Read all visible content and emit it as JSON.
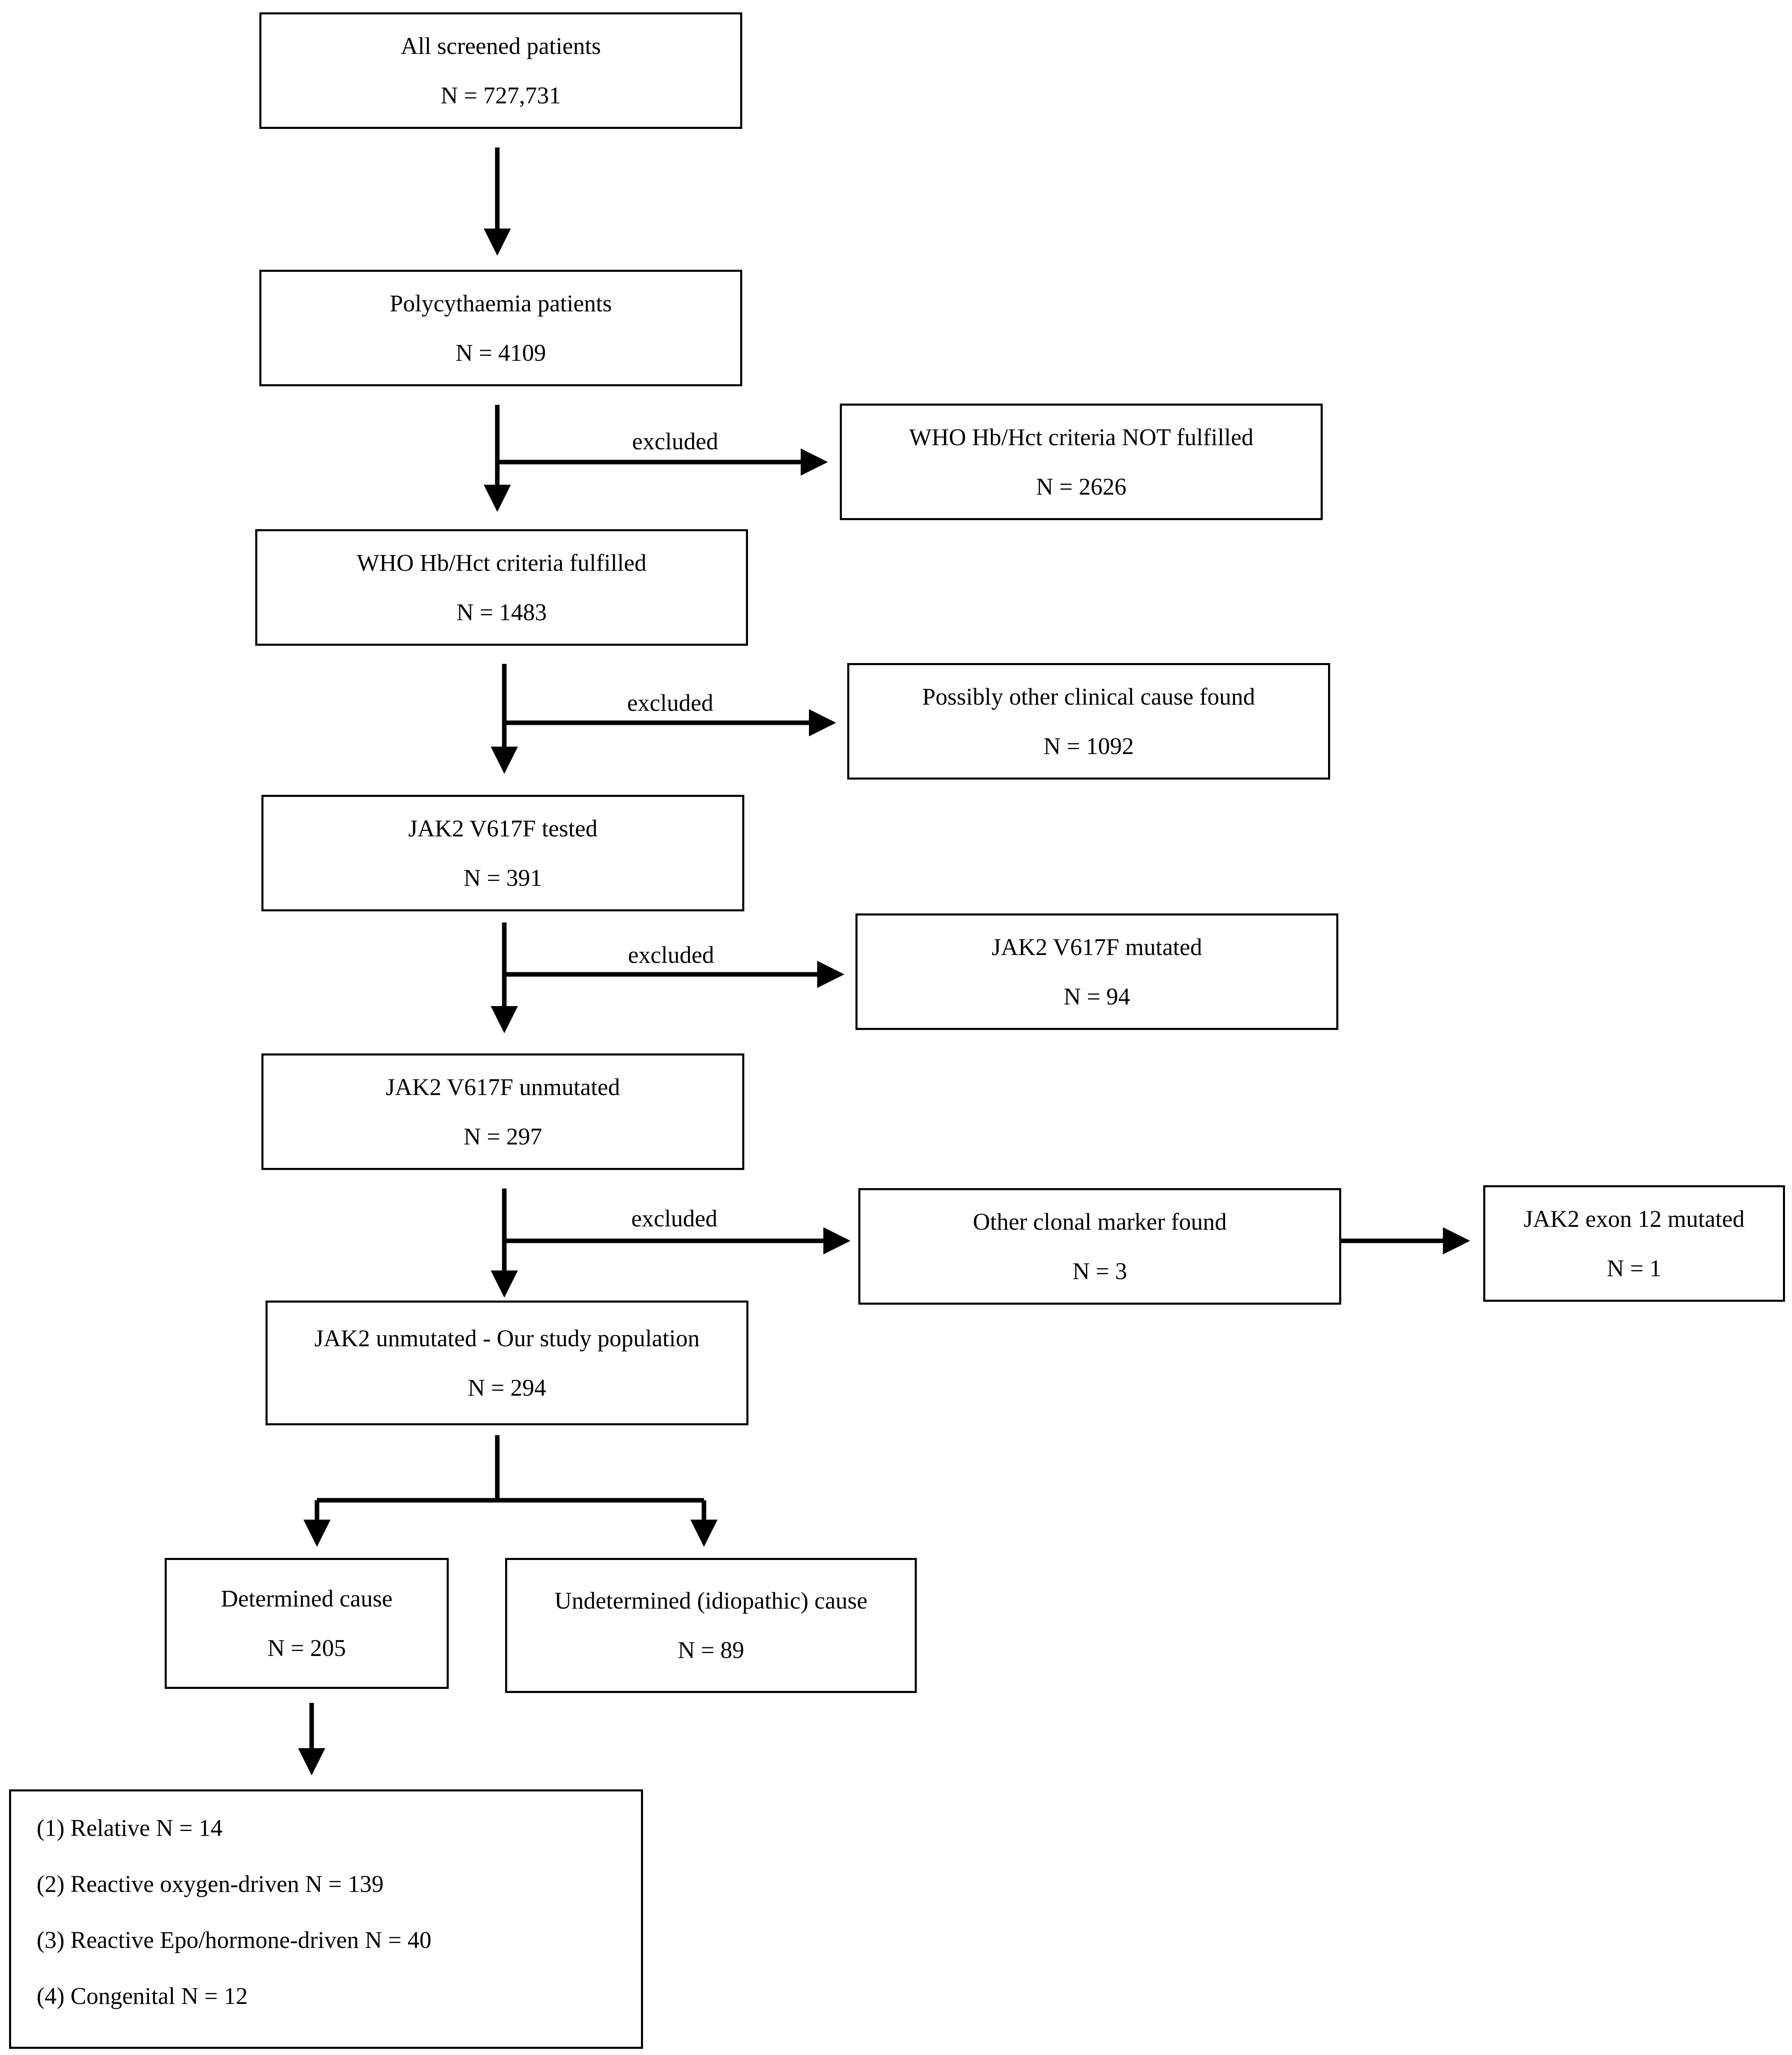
{
  "boxes": {
    "screened": {
      "title": "All screened patients",
      "n": "N = 727,731"
    },
    "polycythaemia": {
      "title": "Polycythaemia patients",
      "n": "N = 4109"
    },
    "who_fulfilled": {
      "title": "WHO Hb/Hct criteria fulfilled",
      "n": "N = 1483"
    },
    "jak2_tested": {
      "title": "JAK2 V617F tested",
      "n": "N = 391"
    },
    "jak2_unmutated": {
      "title": "JAK2 V617F unmutated",
      "n": "N = 297"
    },
    "study_population": {
      "title": "JAK2 unmutated - Our study population",
      "n": "N = 294"
    },
    "determined": {
      "title": "Determined cause",
      "n": "N = 205"
    },
    "undetermined": {
      "title": "Undetermined (idiopathic) cause",
      "n": "N = 89"
    },
    "who_not_fulfilled": {
      "title": "WHO Hb/Hct criteria NOT fulfilled",
      "n": "N = 2626"
    },
    "other_cause": {
      "title": "Possibly other clinical cause found",
      "n": "N = 1092"
    },
    "jak2_mutated": {
      "title": "JAK2 V617F mutated",
      "n": "N = 94"
    },
    "other_clonal": {
      "title": "Other clonal marker found",
      "n": "N = 3"
    },
    "exon12": {
      "title": "JAK2 exon 12 mutated",
      "n": "N = 1"
    }
  },
  "excluded_label": "excluded",
  "determined_breakdown": [
    "(1) Relative N = 14",
    "(2) Reactive oxygen-driven N = 139",
    "(3) Reactive Epo/hormone-driven N = 40",
    "(4) Congenital N = 12"
  ]
}
